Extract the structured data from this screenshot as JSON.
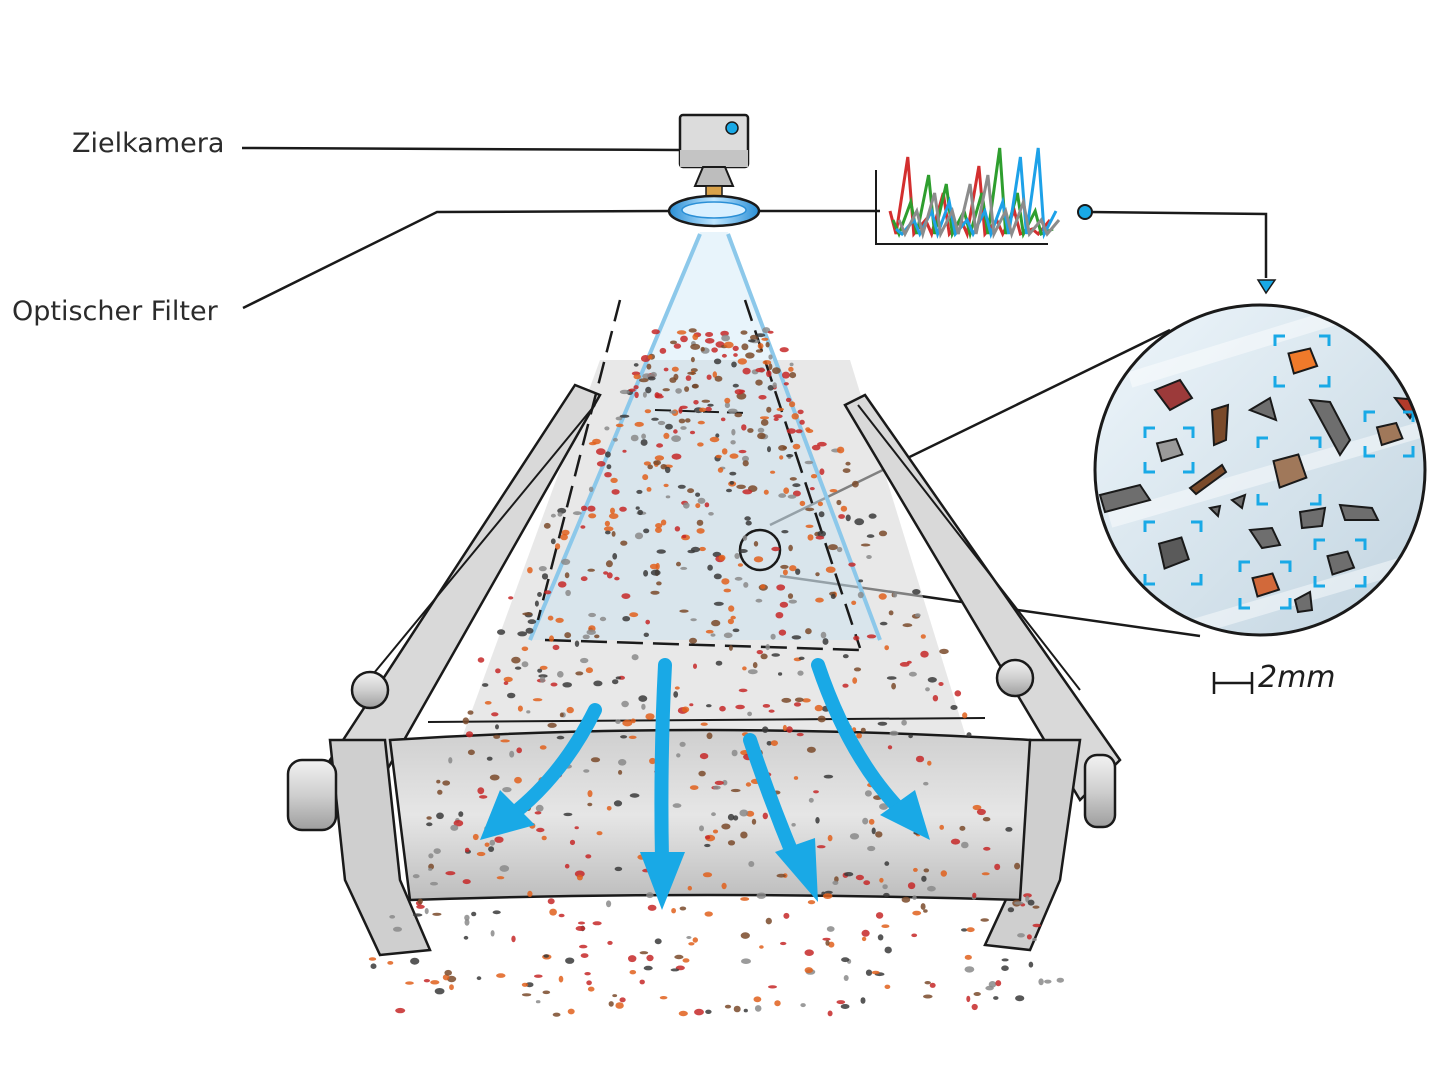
{
  "labels": {
    "camera": "Zielkamera",
    "filter": "Optischer Filter",
    "scale": "2mm"
  },
  "colors": {
    "accent_blue": "#19a9e6",
    "outline": "#1a1a1a",
    "belt_gray": "#d9d9d9",
    "particle_red": "#c62828",
    "particle_brown": "#7a4a2a",
    "particle_orange": "#e0601c",
    "particle_dark": "#3a3a3a"
  },
  "icons": {
    "camera": "camera-icon",
    "filter": "lens-icon",
    "spectrum": "spectrum-plot",
    "magnifier": "magnifier-circle"
  },
  "spectrum": {
    "series": [
      {
        "color": "#d32f2f",
        "values": [
          0.3,
          0.9,
          0.2,
          0.5,
          0.2,
          0.8,
          0.2,
          0.3,
          0.1,
          0.2
        ]
      },
      {
        "color": "#2e9e2e",
        "values": [
          0.2,
          0.4,
          0.7,
          0.6,
          0.3,
          0.5,
          1.0,
          0.5,
          0.3,
          0.1
        ]
      },
      {
        "color": "#1da1e8",
        "values": [
          0.1,
          0.2,
          0.3,
          0.4,
          0.2,
          0.3,
          0.4,
          0.9,
          1.0,
          0.3
        ]
      },
      {
        "color": "#8c8c8c",
        "values": [
          0.2,
          0.3,
          0.5,
          0.3,
          0.6,
          0.7,
          0.3,
          0.4,
          0.2,
          0.2
        ]
      }
    ]
  }
}
